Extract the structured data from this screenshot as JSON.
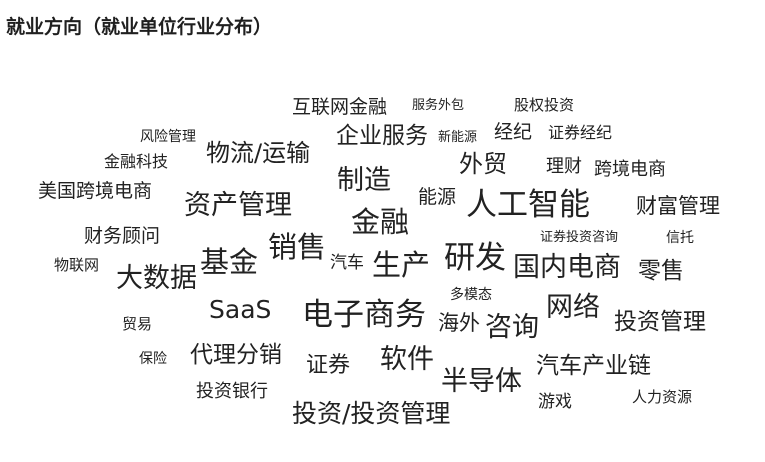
{
  "title": "就业方向（就业单位行业分布）",
  "text_color": "#222222",
  "words": [
    "互联网金融",
    "服务外包",
    "股权投资",
    "风险管理",
    "企业服务",
    "新能源",
    "经纪",
    "证券经纪",
    "金融科技",
    "物流/运输",
    "外贸",
    "理财",
    "跨境电商",
    "美国跨境电商",
    "制造",
    "能源",
    "人工智能",
    "资产管理",
    "财富管理",
    "金融",
    "财务顾问",
    "证券投资咨询",
    "信托",
    "物联网",
    "基金",
    "销售",
    "汽车",
    "生产",
    "研发",
    "国内电商",
    "零售",
    "大数据",
    "多模态",
    "SaaS",
    "电子商务",
    "海外",
    "咨询",
    "网络",
    "投资管理",
    "贸易",
    "代理分销",
    "软件",
    "汽车产业链",
    "保险",
    "证券",
    "半导体",
    "投资银行",
    "游戏",
    "人力资源",
    "投资/投资管理"
  ]
}
